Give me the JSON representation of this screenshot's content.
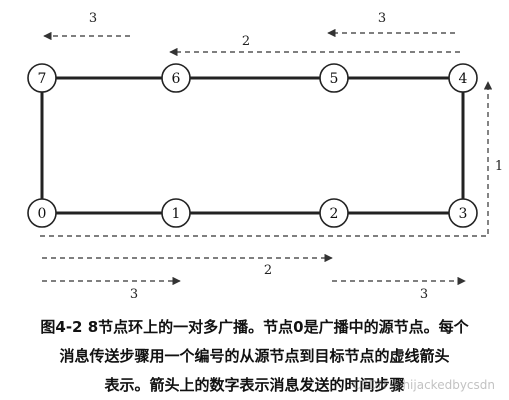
{
  "diagram": {
    "nodes": [
      "0",
      "1",
      "2",
      "3",
      "4",
      "5",
      "6",
      "7"
    ],
    "edges": [
      [
        "7",
        "6"
      ],
      [
        "6",
        "5"
      ],
      [
        "5",
        "4"
      ],
      [
        "4",
        "3"
      ],
      [
        "3",
        "2"
      ],
      [
        "2",
        "1"
      ],
      [
        "1",
        "0"
      ],
      [
        "0",
        "7"
      ]
    ],
    "source_node": "0",
    "arrow_labels": {
      "top_left": "3",
      "top_right": "3",
      "top_long": "2",
      "right_vertical": "1",
      "bottom_long": "2",
      "bottom_left": "3",
      "bottom_right": "3"
    }
  },
  "caption": {
    "line1": "图4-2  8节点环上的一对多广播。节点0是广播中的源节点。每个",
    "line2": "消息传送步骤用一个编号的从源节点到目标节点的虚线箭头",
    "line3": "表示。箭头上的数字表示消息发送的时间步骤"
  },
  "watermark": "CSDN @hijackedbycsdn"
}
